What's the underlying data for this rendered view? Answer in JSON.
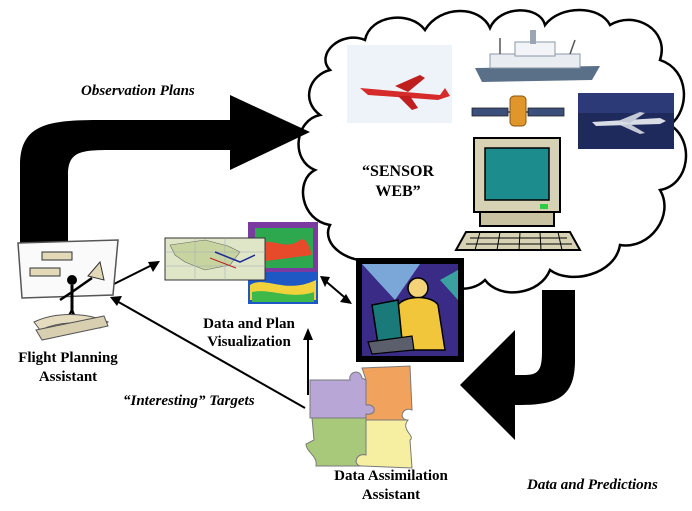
{
  "labels": {
    "observation_plans": "Observation Plans",
    "sensor_web_line1": "“SENSOR",
    "sensor_web_line2": "WEB”",
    "data_plan_vis_line1": "Data and Plan",
    "data_plan_vis_line2": "Visualization",
    "flight_planning_line1": "Flight Planning",
    "flight_planning_line2": "Assistant",
    "interesting_targets": "“Interesting” Targets",
    "data_assimilation_line1": "Data Assimilation",
    "data_assimilation_line2": "Assistant",
    "data_and_predictions": "Data and Predictions"
  },
  "icons": [
    "red-airplane-icon",
    "research-ship-icon",
    "satellite-icon",
    "jet-airliner-icon",
    "desktop-computer-icon",
    "stick-figure-whiteboard-icon",
    "map-visualization-icon",
    "person-at-laptop-icon",
    "puzzle-pieces-icon"
  ],
  "colors": {
    "arrow_black": "#000000",
    "cloud_stroke": "#000000",
    "puzzle_purple": "#b7a6d6",
    "puzzle_orange": "#f1a35e",
    "puzzle_green": "#a8c97a",
    "puzzle_yellow": "#f6eea1",
    "monitor_beige": "#d7d2b4",
    "screen_teal": "#1c8c8c"
  }
}
